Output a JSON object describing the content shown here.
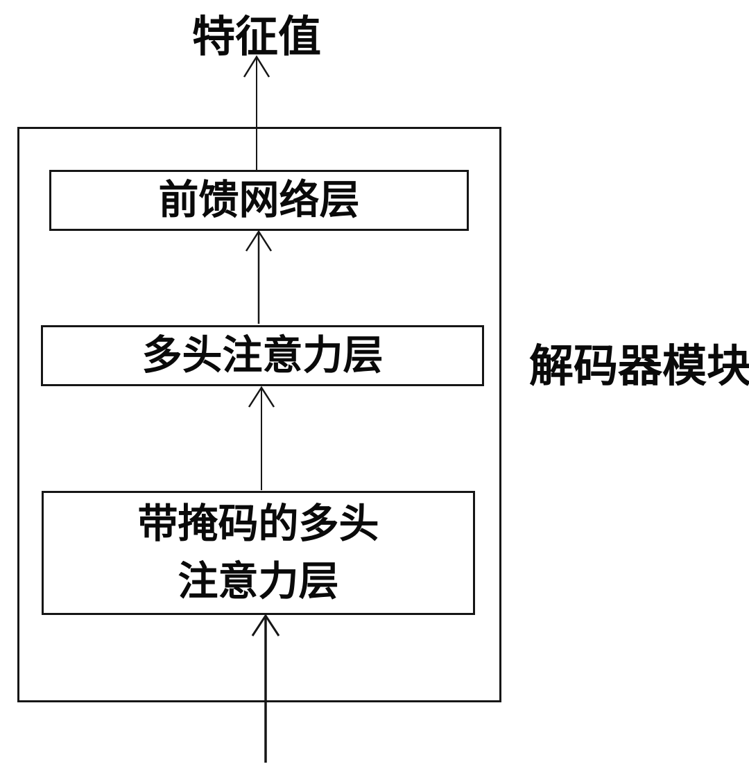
{
  "diagram": {
    "output_label": "特征值",
    "module_label": "解码器模块",
    "layers": [
      {
        "id": "feed-forward-layer",
        "label": "前馈网络层"
      },
      {
        "id": "multi-head-attention-layer",
        "label": "多头注意力层"
      },
      {
        "id": "masked-multi-head-attention-layer",
        "label": "带掩码的多头\n注意力层"
      }
    ],
    "edges": [
      {
        "from": "input",
        "to": "masked-multi-head-attention-layer"
      },
      {
        "from": "masked-multi-head-attention-layer",
        "to": "multi-head-attention-layer"
      },
      {
        "from": "multi-head-attention-layer",
        "to": "feed-forward-layer"
      },
      {
        "from": "feed-forward-layer",
        "to": "feature-output"
      }
    ],
    "colors": {
      "line": "#161616",
      "text": "#0a0a0a",
      "background": "#ffffff"
    }
  }
}
